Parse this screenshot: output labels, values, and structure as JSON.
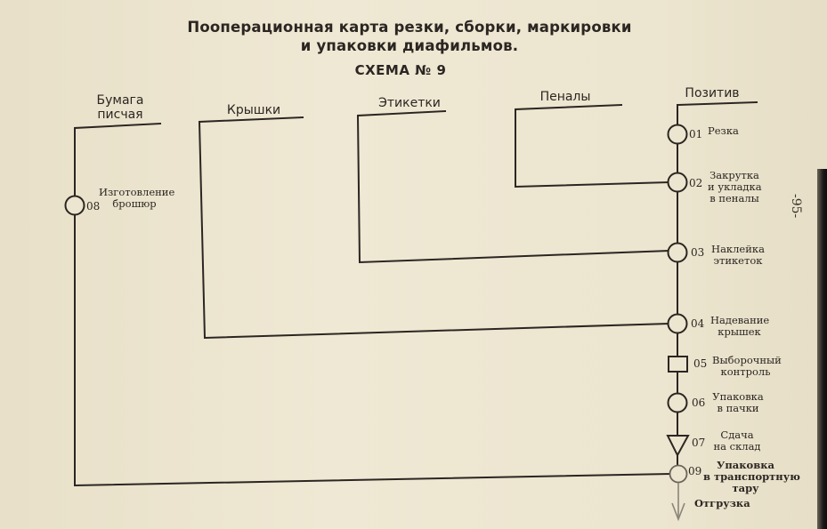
{
  "title": {
    "line1": "Пооперационная карта резки, сборки, маркировки",
    "line2": "и упаковки диафильмов."
  },
  "scheme": "СХЕМА № 9",
  "page_number": "-95-",
  "sources": [
    {
      "id": "paper",
      "label_line1": "Бумага",
      "label_line2": "писчая"
    },
    {
      "id": "lids",
      "label_line1": "Крышки",
      "label_line2": ""
    },
    {
      "id": "labels",
      "label_line1": "Этикетки",
      "label_line2": ""
    },
    {
      "id": "cases",
      "label_line1": "Пеналы",
      "label_line2": ""
    },
    {
      "id": "positive",
      "label_line1": "Позитив",
      "label_line2": ""
    }
  ],
  "operations": [
    {
      "code": "01",
      "shape": "circle",
      "lines": [
        "Резка"
      ]
    },
    {
      "code": "02",
      "shape": "circle",
      "lines": [
        "Закрутка",
        "и укладка",
        "в пеналы"
      ]
    },
    {
      "code": "03",
      "shape": "circle",
      "lines": [
        "Наклейка",
        "этикеток"
      ]
    },
    {
      "code": "04",
      "shape": "circle",
      "lines": [
        "Надевание",
        "крышек"
      ]
    },
    {
      "code": "05",
      "shape": "square",
      "lines": [
        "Выборочный",
        "контроль"
      ]
    },
    {
      "code": "06",
      "shape": "circle",
      "lines": [
        "Упаковка",
        "в пачки"
      ]
    },
    {
      "code": "07",
      "shape": "triangle",
      "lines": [
        "Сдача",
        "на склад"
      ]
    },
    {
      "code": "08",
      "shape": "circle",
      "lines": [
        "Изготовление",
        "брошюр"
      ]
    },
    {
      "code": "09",
      "shape": "circle",
      "lines": [
        "Упаковка",
        "в транспортную",
        "тару"
      ]
    }
  ],
  "output": {
    "label": "Отгрузка"
  },
  "colors": {
    "paper": "#ebe4cf",
    "ink": "#2b2622",
    "edge": "#151312"
  }
}
